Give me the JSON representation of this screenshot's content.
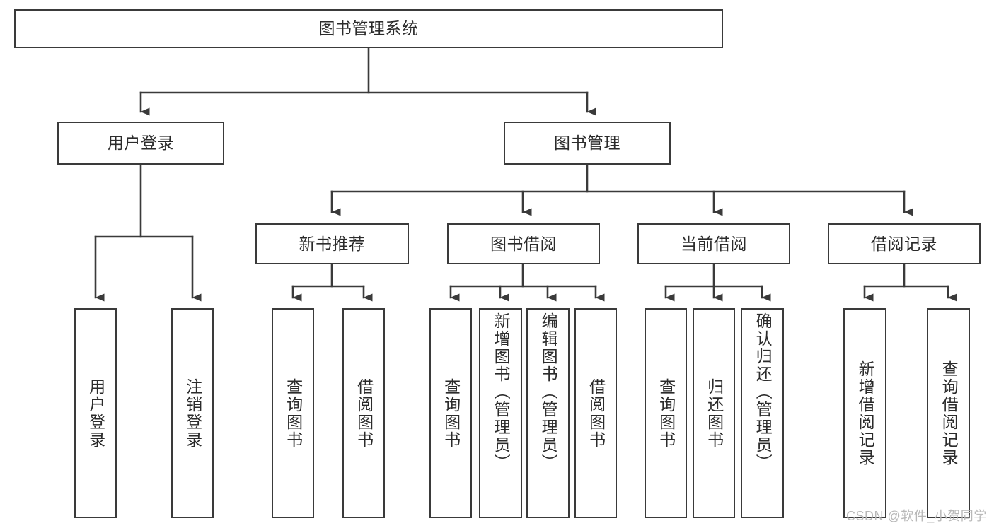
{
  "diagram": {
    "title": "图书管理系统",
    "type": "tree",
    "stroke_color": "#3a3a3a",
    "background_color": "#ffffff",
    "text_color": "#2b2b2b",
    "root": {
      "id": "root",
      "label": "图书管理系统"
    },
    "level2": [
      {
        "id": "user-login",
        "label": "用户登录"
      },
      {
        "id": "book-manage",
        "label": "图书管理"
      }
    ],
    "level3": [
      {
        "id": "new-book-recommend",
        "label": "新书推荐",
        "parent": "book-manage"
      },
      {
        "id": "book-borrow",
        "label": "图书借阅",
        "parent": "book-manage"
      },
      {
        "id": "current-borrow",
        "label": "当前借阅",
        "parent": "book-manage"
      },
      {
        "id": "borrow-record",
        "label": "借阅记录",
        "parent": "book-manage"
      }
    ],
    "leaves": {
      "user_login": [
        {
          "id": "leaf-user-login",
          "label": "用户登录"
        },
        {
          "id": "leaf-user-logout",
          "label": "注销登录"
        }
      ],
      "new_book_recommend": [
        {
          "id": "leaf-query-book-1",
          "label": "查询图书"
        },
        {
          "id": "leaf-borrow-book-1",
          "label": "借阅图书"
        }
      ],
      "book_borrow": [
        {
          "id": "leaf-query-book-2",
          "label": "查询图书"
        },
        {
          "id": "leaf-add-book",
          "label": "新增图书（管理员）"
        },
        {
          "id": "leaf-edit-book",
          "label": "编辑图书（管理员）"
        },
        {
          "id": "leaf-borrow-book-2",
          "label": "借阅图书"
        }
      ],
      "current_borrow": [
        {
          "id": "leaf-query-book-3",
          "label": "查询图书"
        },
        {
          "id": "leaf-return-book",
          "label": "归还图书"
        },
        {
          "id": "leaf-confirm-return",
          "label": "确认归还（管理员）"
        }
      ],
      "borrow_record": [
        {
          "id": "leaf-add-record",
          "label": "新增借阅记录"
        },
        {
          "id": "leaf-query-record",
          "label": "查询借阅记录"
        }
      ]
    }
  },
  "watermark": {
    "text": "CSDN @软件_小贺同学"
  }
}
